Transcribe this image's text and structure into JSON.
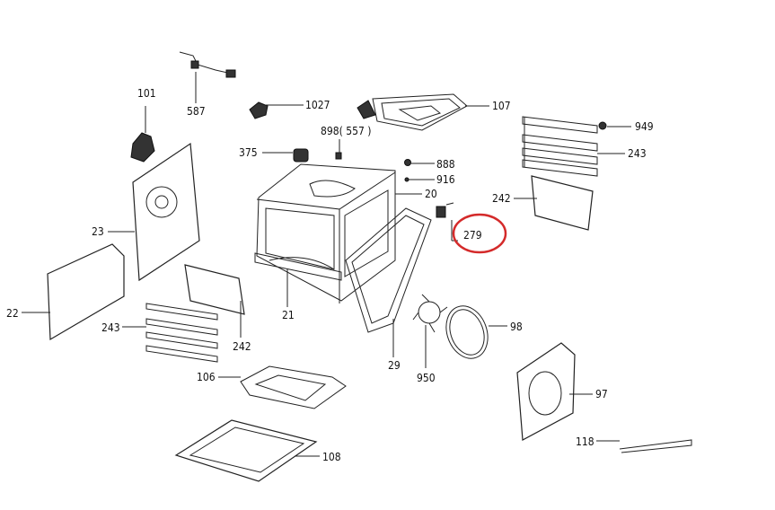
{
  "title": "Oven exploded parts diagram",
  "labels": {
    "p587": "587",
    "p101": "101",
    "p1027": "1027",
    "p107": "107",
    "p949": "949",
    "p243a": "243",
    "p375": "375",
    "p898": "898( 557 )",
    "p888": "888",
    "p916": "916",
    "p20": "20",
    "p242a": "242",
    "p279": "279",
    "p23": "23",
    "p22": "22",
    "p21": "21",
    "p243b": "243",
    "p242b": "242",
    "p98": "98",
    "p29": "29",
    "p950": "950",
    "p106": "106",
    "p97": "97",
    "p118": "118",
    "p108": "108"
  },
  "highlight": {
    "part": "279",
    "color": "#d42a2a"
  }
}
